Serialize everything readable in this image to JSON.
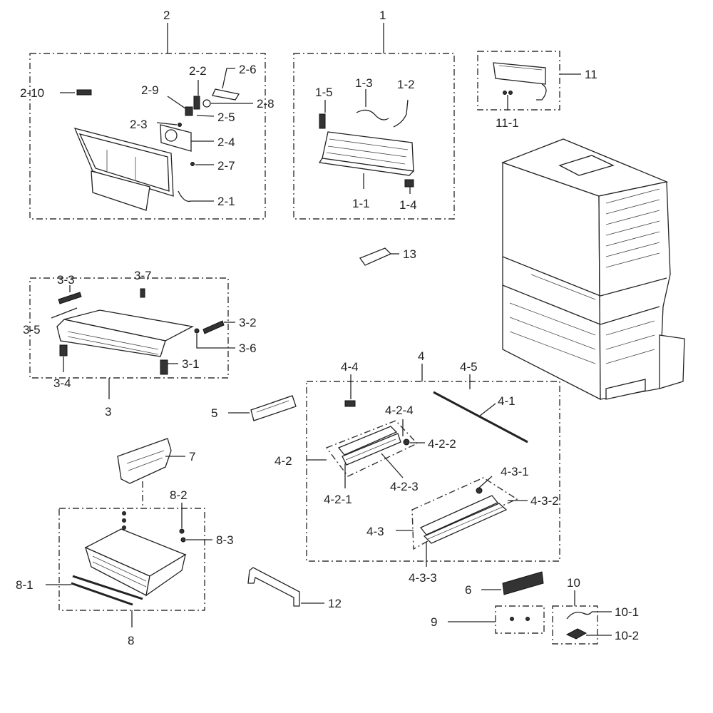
{
  "labels": {
    "g1": "1",
    "p1_1": "1-1",
    "p1_2": "1-2",
    "p1_3": "1-3",
    "p1_4": "1-4",
    "p1_5": "1-5",
    "g2": "2",
    "p2_1": "2-1",
    "p2_2": "2-2",
    "p2_3": "2-3",
    "p2_4": "2-4",
    "p2_5": "2-5",
    "p2_6": "2-6",
    "p2_7": "2-7",
    "p2_8": "2-8",
    "p2_9": "2-9",
    "p2_10": "2-10",
    "g3": "3",
    "p3_1": "3-1",
    "p3_2": "3-2",
    "p3_3": "3-3",
    "p3_4": "3-4",
    "p3_5": "3-5",
    "p3_6": "3-6",
    "p3_7": "3-7",
    "g4": "4",
    "p4_1": "4-1",
    "p4_2": "4-2",
    "p4_2_1": "4-2-1",
    "p4_2_2": "4-2-2",
    "p4_2_3": "4-2-3",
    "p4_2_4": "4-2-4",
    "p4_3": "4-3",
    "p4_3_1": "4-3-1",
    "p4_3_2": "4-3-2",
    "p4_3_3": "4-3-3",
    "p4_4": "4-4",
    "p4_5": "4-5",
    "p5": "5",
    "p6": "6",
    "p7": "7",
    "g8": "8",
    "p8_1": "8-1",
    "p8_2": "8-2",
    "p8_3": "8-3",
    "p9": "9",
    "g10": "10",
    "p10_1": "10-1",
    "p10_2": "10-2",
    "g11": "11",
    "p11_1": "11-1",
    "p12": "12",
    "p13": "13"
  }
}
